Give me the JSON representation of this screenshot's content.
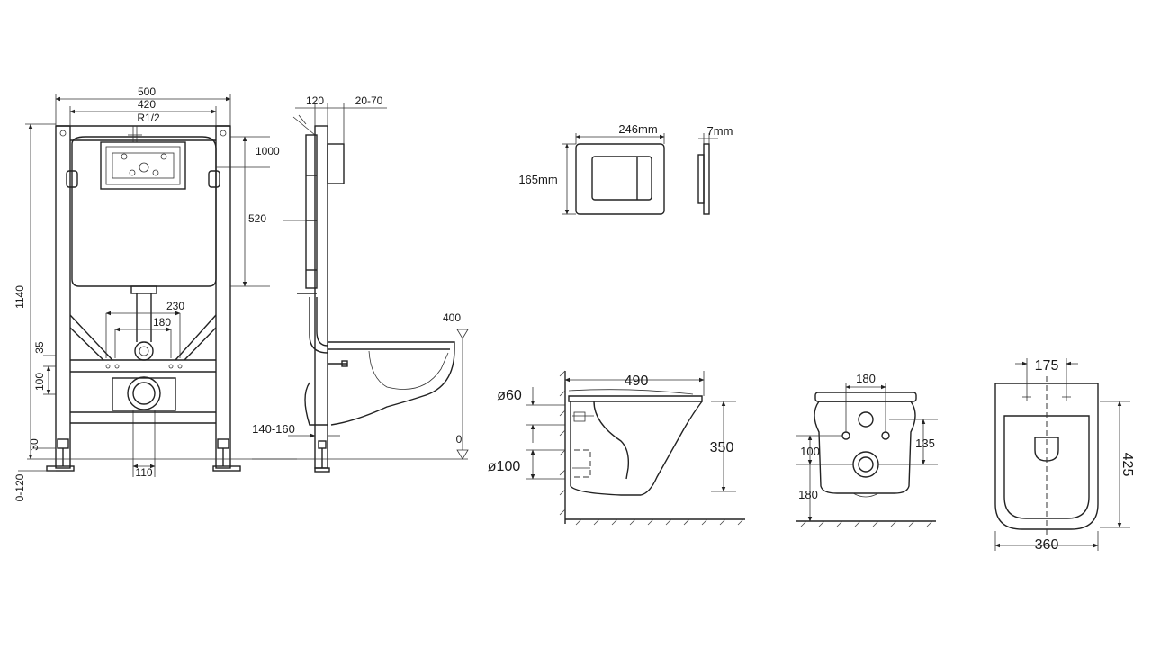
{
  "frame_front": {
    "width_outer": "500",
    "width_inner": "420",
    "inlet": "R1/2",
    "height_total": "1140",
    "flush_height": "1000",
    "tank_height": "520",
    "outlet_spacing": "230",
    "stud_spacing": "180",
    "offset_35": "35",
    "offset_100": "100",
    "foot_30": "30",
    "foot_adjust": "0-120",
    "drain_width": "110"
  },
  "frame_side": {
    "depth": "120",
    "wall_adjust": "20-70",
    "pan_height": "400",
    "floor_level": "0",
    "wall_thickness": "140-160"
  },
  "flush_plate": {
    "width": "246mm",
    "height": "165mm",
    "thickness": "7mm"
  },
  "bowl_side": {
    "length": "490",
    "height": "350",
    "inlet_diameter": "ø60",
    "outlet_diameter": "ø100"
  },
  "bowl_back": {
    "bolt_spacing": "180",
    "outlet_height": "100",
    "bolt_height": "135",
    "floor_offset": "180"
  },
  "bowl_top": {
    "bolt_spacing": "175",
    "length": "425",
    "width": "360"
  }
}
